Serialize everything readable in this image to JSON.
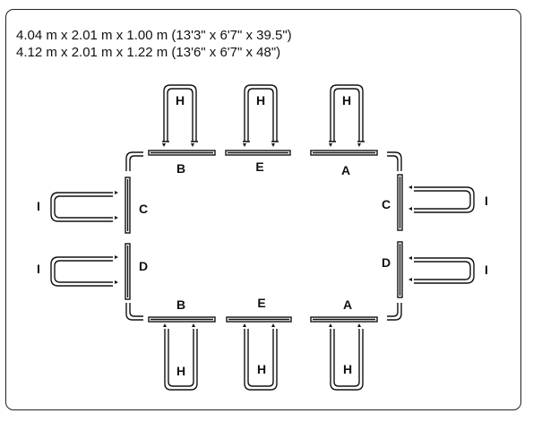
{
  "dimensions": {
    "line1": "4.04 m x 2.01 m x 1.00 m (13'3\" x 6'7\" x 39.5\")",
    "line2": "4.12 m x 2.01 m x 1.22 m (13'6\" x 6'7\" x 48\")"
  },
  "labels": {
    "A": "A",
    "B": "B",
    "C": "C",
    "D": "D",
    "E": "E",
    "H": "H",
    "I": "I"
  }
}
